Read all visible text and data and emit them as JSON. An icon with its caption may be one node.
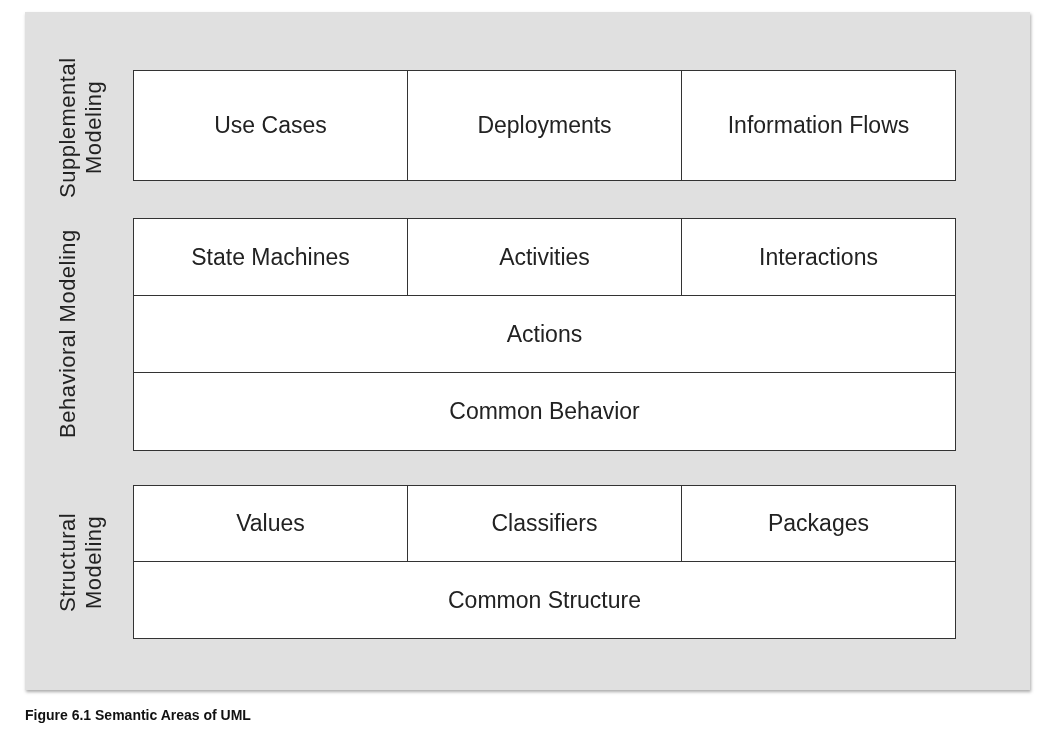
{
  "diagram": {
    "caption": "Figure 6.1 Semantic Areas of UML",
    "nodes": [
      {
        "text": [
          "Supplemental Modeling"
        ]
      },
      {
        "text": [
          "Use Cases"
        ],
        "in": 0
      },
      {
        "text": [
          "Deployments"
        ],
        "in": 0
      },
      {
        "text": [
          "Information Flows"
        ],
        "in": 0
      },
      {
        "text": [
          "Behavioral Modeling"
        ]
      },
      {
        "text": [
          "State Machines"
        ],
        "in": 4
      },
      {
        "text": [
          "Activities"
        ],
        "in": 4
      },
      {
        "text": [
          "Interactions"
        ],
        "in": 4
      },
      {
        "text": [
          "Actions"
        ],
        "in": 4
      },
      {
        "text": [
          "Common Behavior"
        ],
        "in": 4
      },
      {
        "text": [
          "Structural Modeling"
        ]
      },
      {
        "text": [
          "Values"
        ],
        "in": 10
      },
      {
        "text": [
          "Classifiers"
        ],
        "in": 10
      },
      {
        "text": [
          "Packages"
        ],
        "in": 10
      },
      {
        "text": [
          "Common Structure"
        ],
        "in": 10
      }
    ],
    "edges": []
  }
}
